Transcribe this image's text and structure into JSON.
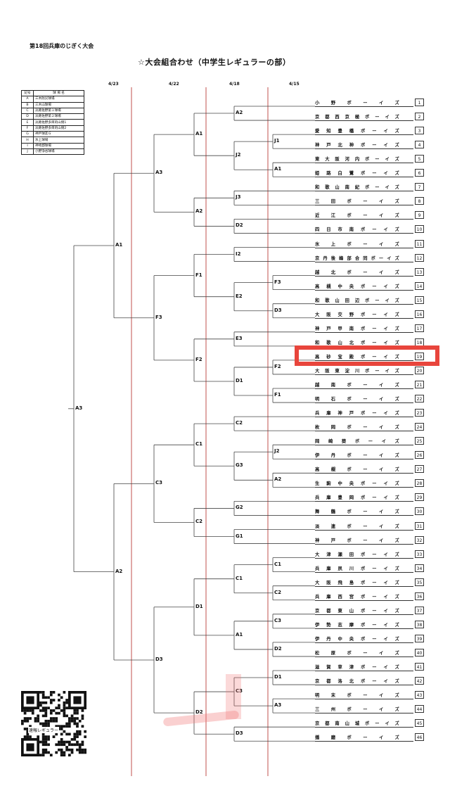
{
  "header": {
    "event": "第18回兵庫のじぎく大会",
    "title": "☆大会組合わせ（中学生レギュラーの部）"
  },
  "dates": [
    "4/23",
    "4/22",
    "4/18",
    "4/15"
  ],
  "legend": {
    "head_code": "記号",
    "head_name": "球 場 名",
    "rows": [
      {
        "code": "A",
        "name": "三木防災球場"
      },
      {
        "code": "B",
        "name": "三木山球場"
      },
      {
        "code": "C",
        "name": "淡路佐野第１球場"
      },
      {
        "code": "D",
        "name": "淡路佐野第２球場"
      },
      {
        "code": "E",
        "name": "淡路佐野多目的山側1"
      },
      {
        "code": "F",
        "name": "淡路佐野多目的山側2"
      },
      {
        "code": "G",
        "name": "神戸球友Ｇ"
      },
      {
        "code": "H",
        "name": "氷上球場"
      },
      {
        "code": "I",
        "name": "神崎郡球場"
      },
      {
        "code": "J",
        "name": "小野浄谷球場"
      }
    ]
  },
  "teams": [
    {
      "no": "1",
      "name": "小野ボーイズ"
    },
    {
      "no": "2",
      "name": "京都西京極ボーイズ"
    },
    {
      "no": "3",
      "name": "愛知豊橋ボーイズ"
    },
    {
      "no": "4",
      "name": "神戸北神ボーイズ"
    },
    {
      "no": "5",
      "name": "東大阪河内ボーイズ"
    },
    {
      "no": "6",
      "name": "姫路白鷺ボーイズ"
    },
    {
      "no": "7",
      "name": "和歌山南紀ボーイズ"
    },
    {
      "no": "8",
      "name": "三田ボーイズ"
    },
    {
      "no": "9",
      "name": "近江ボーイズ"
    },
    {
      "no": "10",
      "name": "四日市南ボーイズ"
    },
    {
      "no": "11",
      "name": "氷上ボーイズ"
    },
    {
      "no": "12",
      "name": "京丹後峰部合同ボーイズ"
    },
    {
      "no": "13",
      "name": "越北ボーイズ"
    },
    {
      "no": "14",
      "name": "高槻中央ボーイズ"
    },
    {
      "no": "15",
      "name": "和歌山田辺ボーイズ"
    },
    {
      "no": "16",
      "name": "大阪交野ボーイズ"
    },
    {
      "no": "17",
      "name": "神戸甲南ボーイズ"
    },
    {
      "no": "18",
      "name": "和歌山北ボーイズ"
    },
    {
      "no": "19",
      "name": "高砂宝殿ボーイズ"
    },
    {
      "no": "20",
      "name": "大阪東淀川ボーイズ"
    },
    {
      "no": "21",
      "name": "越南ボーイズ"
    },
    {
      "no": "22",
      "name": "明石ボーイズ"
    },
    {
      "no": "23",
      "name": "兵庫神戸ボーイズ"
    },
    {
      "no": "24",
      "name": "枚岡ボーイズ"
    },
    {
      "no": "25",
      "name": "岡崎葵ボーイズ"
    },
    {
      "no": "26",
      "name": "伊丹ボーイズ"
    },
    {
      "no": "27",
      "name": "高槻ボーイズ"
    },
    {
      "no": "28",
      "name": "生駒中央ボーイズ"
    },
    {
      "no": "29",
      "name": "兵庫豊岡ボーイズ"
    },
    {
      "no": "30",
      "name": "舞鶴ボーイズ"
    },
    {
      "no": "31",
      "name": "淡連ボーイズ"
    },
    {
      "no": "32",
      "name": "神戸ボーイズ"
    },
    {
      "no": "33",
      "name": "大津瀬田ボーイズ"
    },
    {
      "no": "34",
      "name": "兵庫夙川ボーイズ"
    },
    {
      "no": "35",
      "name": "大阪飛島ボーイズ"
    },
    {
      "no": "36",
      "name": "兵庫西宮ボーイズ"
    },
    {
      "no": "37",
      "name": "京都東山ボーイズ"
    },
    {
      "no": "38",
      "name": "伊勢志摩ボーイズ"
    },
    {
      "no": "39",
      "name": "伊丹中央ボーイズ"
    },
    {
      "no": "40",
      "name": "松原ボーイズ"
    },
    {
      "no": "41",
      "name": "滋賀草津ボーイズ"
    },
    {
      "no": "42",
      "name": "京都洛北ボーイズ"
    },
    {
      "no": "43",
      "name": "明末ボーイズ"
    },
    {
      "no": "44",
      "name": "三州ボーイズ"
    },
    {
      "no": "45",
      "name": "京都南山城ボーイズ"
    },
    {
      "no": "46",
      "name": "播磨ボーイズ"
    }
  ],
  "venues": {
    "r1": [
      "J1",
      "A1",
      "F3",
      "D3",
      "F2",
      "F1",
      "J2",
      "A2",
      "C1",
      "C2",
      "C3",
      "D2",
      "D1",
      "A3"
    ],
    "r2": [
      "A2",
      "J2",
      "J3",
      "D2",
      "I2",
      "E2",
      "E3",
      "D1",
      "C2",
      "G3",
      "G2",
      "G1",
      "C1",
      "A1",
      "C3",
      "D3"
    ],
    "r3": [
      "A1",
      "A2",
      "F1",
      "F2",
      "C1",
      "C2",
      "D1",
      "D2"
    ],
    "r4": [
      "A3",
      "F3",
      "C3",
      "D3"
    ],
    "r5": [
      "A1",
      "A2"
    ],
    "final": "A3"
  },
  "qr_caption": "速報レギュラー"
}
